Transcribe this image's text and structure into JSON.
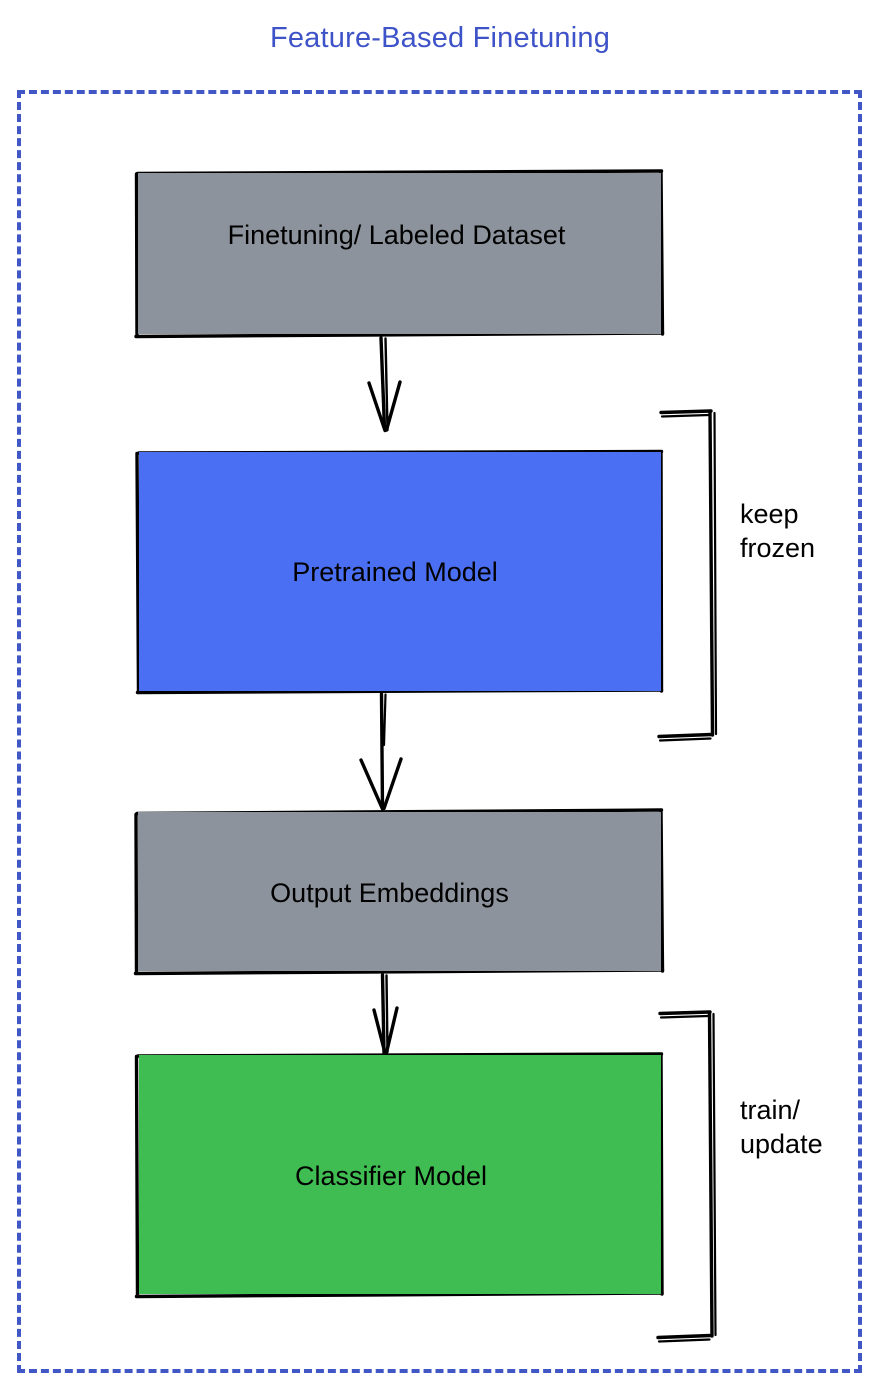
{
  "title": "Feature-Based Finetuning",
  "colors": {
    "title": "#3f53c8",
    "frame_border": "#4057c5",
    "gray_node": "#8c939c",
    "blue_node": "#4b6ff2",
    "green_node": "#40bd52",
    "stroke": "#000000",
    "background": "#ffffff"
  },
  "nodes": [
    {
      "id": "dataset",
      "label": "Finetuning/ Labeled Dataset",
      "fill": "#8c939c"
    },
    {
      "id": "pretrained",
      "label": "Pretrained Model",
      "fill": "#4b6ff2"
    },
    {
      "id": "embeddings",
      "label": "Output Embeddings",
      "fill": "#8c939c"
    },
    {
      "id": "classifier",
      "label": "Classifier Model",
      "fill": "#40bd52"
    }
  ],
  "annotations": [
    {
      "id": "keep-frozen",
      "label": "keep\nfrozen",
      "targets": "pretrained"
    },
    {
      "id": "train-update",
      "label": "train/\nupdate",
      "targets": "classifier"
    }
  ],
  "edges": [
    {
      "from": "dataset",
      "to": "pretrained",
      "style": "arrow-down"
    },
    {
      "from": "pretrained",
      "to": "embeddings",
      "style": "arrow-down"
    },
    {
      "from": "embeddings",
      "to": "classifier",
      "style": "arrow-down"
    }
  ],
  "frame": {
    "style": "dashed",
    "color": "#4057c5"
  }
}
